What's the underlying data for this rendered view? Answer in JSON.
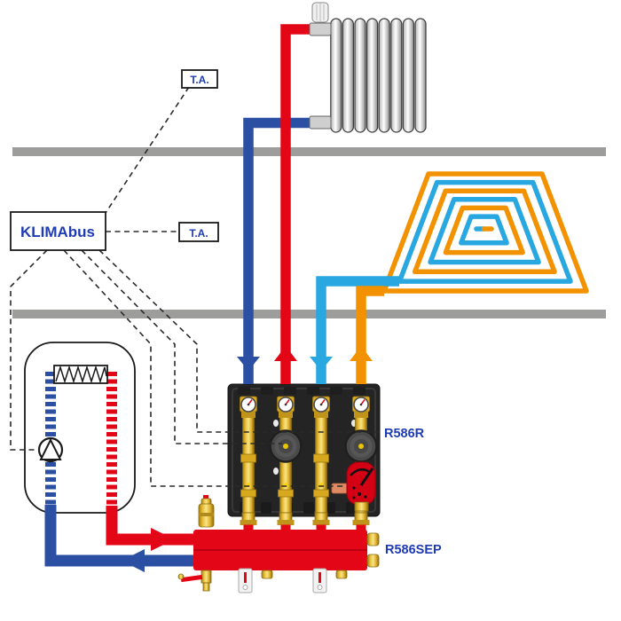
{
  "diagram_title": "hydronic heating distribution system",
  "labels": {
    "bus": "KLIMAbus",
    "ta_upper": "T.A.",
    "ta_lower": "T.A.",
    "mixing_unit": "R586R",
    "separator": "R586SEP"
  },
  "colors": {
    "red": "#e30616",
    "dark_blue": "#2b4fa2",
    "light_blue": "#29a7e0",
    "orange": "#f39200",
    "floor_gray": "#9d9d9c",
    "brass": "#e7bd35",
    "label_blue": "#1f3bb3",
    "valve_red": "#d40013",
    "box_black": "#242424",
    "copper": "#e08a63"
  },
  "radiator": {
    "sections": 8
  },
  "floor_coil": {
    "rings": 6
  },
  "circuits": [
    {
      "name": "radiator-return",
      "color": "dark_blue",
      "direction": "down",
      "pump": false
    },
    {
      "name": "radiator-supply",
      "color": "red",
      "direction": "up",
      "pump": true
    },
    {
      "name": "floor-return",
      "color": "light_blue",
      "direction": "down",
      "pump": false
    },
    {
      "name": "floor-supply",
      "color": "orange",
      "direction": "up",
      "pump": true
    }
  ]
}
